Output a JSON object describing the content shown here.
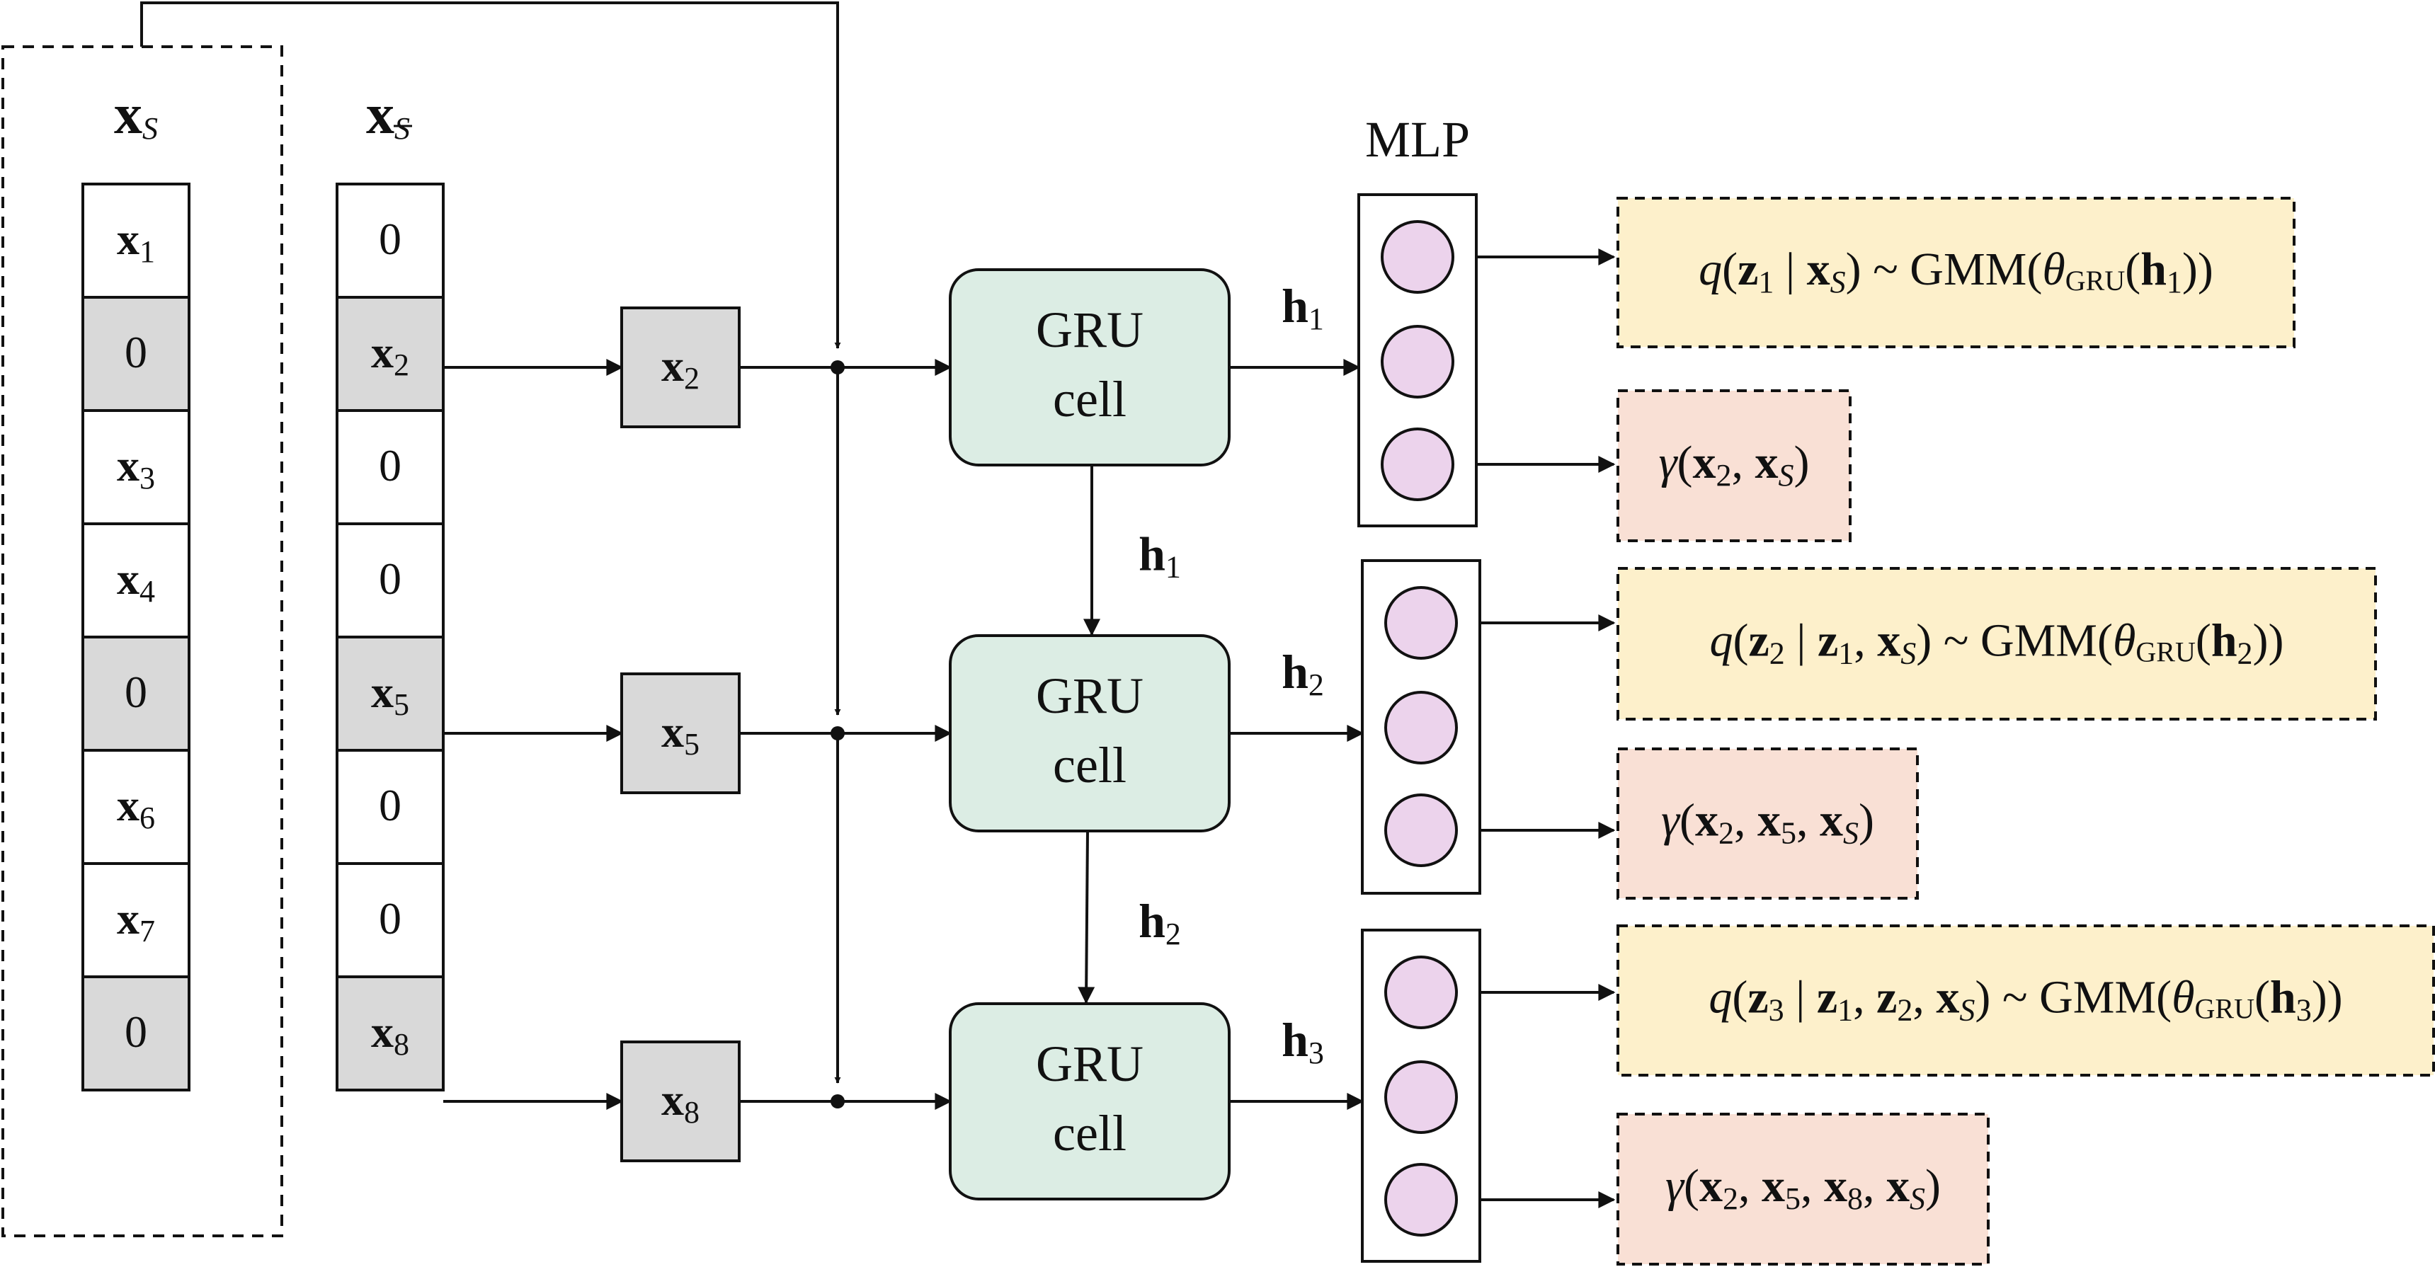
{
  "title": "",
  "colors": {
    "line": "#111111",
    "cell_gray": "#d9d9d9",
    "gru_fill": "#dcede4",
    "node_fill": "#ecd3ec",
    "q_box": "#fdf0cb",
    "gamma_box": "#f9e0d5"
  },
  "inputs": {
    "xs_label": {
      "main": "x",
      "sub": "S"
    },
    "xsbar_label": {
      "main": "x",
      "sub": "S"
    },
    "xs_cells": [
      {
        "main": "x",
        "sub": "1",
        "shaded": false
      },
      {
        "main": "0",
        "sub": "",
        "shaded": true
      },
      {
        "main": "x",
        "sub": "3",
        "shaded": false
      },
      {
        "main": "x",
        "sub": "4",
        "shaded": false
      },
      {
        "main": "0",
        "sub": "",
        "shaded": true
      },
      {
        "main": "x",
        "sub": "6",
        "shaded": false
      },
      {
        "main": "x",
        "sub": "7",
        "shaded": false
      },
      {
        "main": "0",
        "sub": "",
        "shaded": true
      }
    ],
    "xsbar_cells": [
      {
        "main": "0",
        "sub": "",
        "shaded": false
      },
      {
        "main": "x",
        "sub": "2",
        "shaded": true
      },
      {
        "main": "0",
        "sub": "",
        "shaded": false
      },
      {
        "main": "0",
        "sub": "",
        "shaded": false
      },
      {
        "main": "x",
        "sub": "5",
        "shaded": true
      },
      {
        "main": "0",
        "sub": "",
        "shaded": false
      },
      {
        "main": "0",
        "sub": "",
        "shaded": false
      },
      {
        "main": "x",
        "sub": "8",
        "shaded": true
      }
    ]
  },
  "selected": [
    {
      "main": "x",
      "sub": "2"
    },
    {
      "main": "x",
      "sub": "5"
    },
    {
      "main": "x",
      "sub": "8"
    }
  ],
  "gru_cells": [
    {
      "line1": "GRU",
      "line2": "cell"
    },
    {
      "line1": "GRU",
      "line2": "cell"
    },
    {
      "line1": "GRU",
      "line2": "cell"
    }
  ],
  "hidden_out": [
    {
      "main": "h",
      "sub": "1"
    },
    {
      "main": "h",
      "sub": "2"
    },
    {
      "main": "h",
      "sub": "3"
    }
  ],
  "hidden_pass": [
    {
      "main": "h",
      "sub": "1"
    },
    {
      "main": "h",
      "sub": "2"
    }
  ],
  "mlp_label": "MLP",
  "q_outputs": [
    {
      "q": "q",
      "zi": "z",
      "zi_sub": "1",
      "cond": [],
      "approx": "~",
      "gmm": "GMM",
      "theta": "θ",
      "theta_sub": "GRU",
      "h": "h",
      "h_sub": "1"
    },
    {
      "q": "q",
      "zi": "z",
      "zi_sub": "2",
      "cond": [
        {
          "main": "z",
          "sub": "1"
        }
      ],
      "approx": "~",
      "gmm": "GMM",
      "theta": "θ",
      "theta_sub": "GRU",
      "h": "h",
      "h_sub": "2"
    },
    {
      "q": "q",
      "zi": "z",
      "zi_sub": "3",
      "cond": [
        {
          "main": "z",
          "sub": "1"
        },
        {
          "main": "z",
          "sub": "2"
        }
      ],
      "approx": "~",
      "gmm": "GMM",
      "theta": "θ",
      "theta_sub": "GRU",
      "h": "h",
      "h_sub": "3"
    }
  ],
  "gamma_outputs": [
    {
      "gamma": "γ",
      "args": [
        {
          "main": "x",
          "sub": "2"
        }
      ]
    },
    {
      "gamma": "γ",
      "args": [
        {
          "main": "x",
          "sub": "2"
        },
        {
          "main": "x",
          "sub": "5"
        }
      ]
    },
    {
      "gamma": "γ",
      "args": [
        {
          "main": "x",
          "sub": "2"
        },
        {
          "main": "x",
          "sub": "5"
        },
        {
          "main": "x",
          "sub": "8"
        }
      ]
    }
  ],
  "xs_term": {
    "main": "x",
    "sub": "S"
  }
}
